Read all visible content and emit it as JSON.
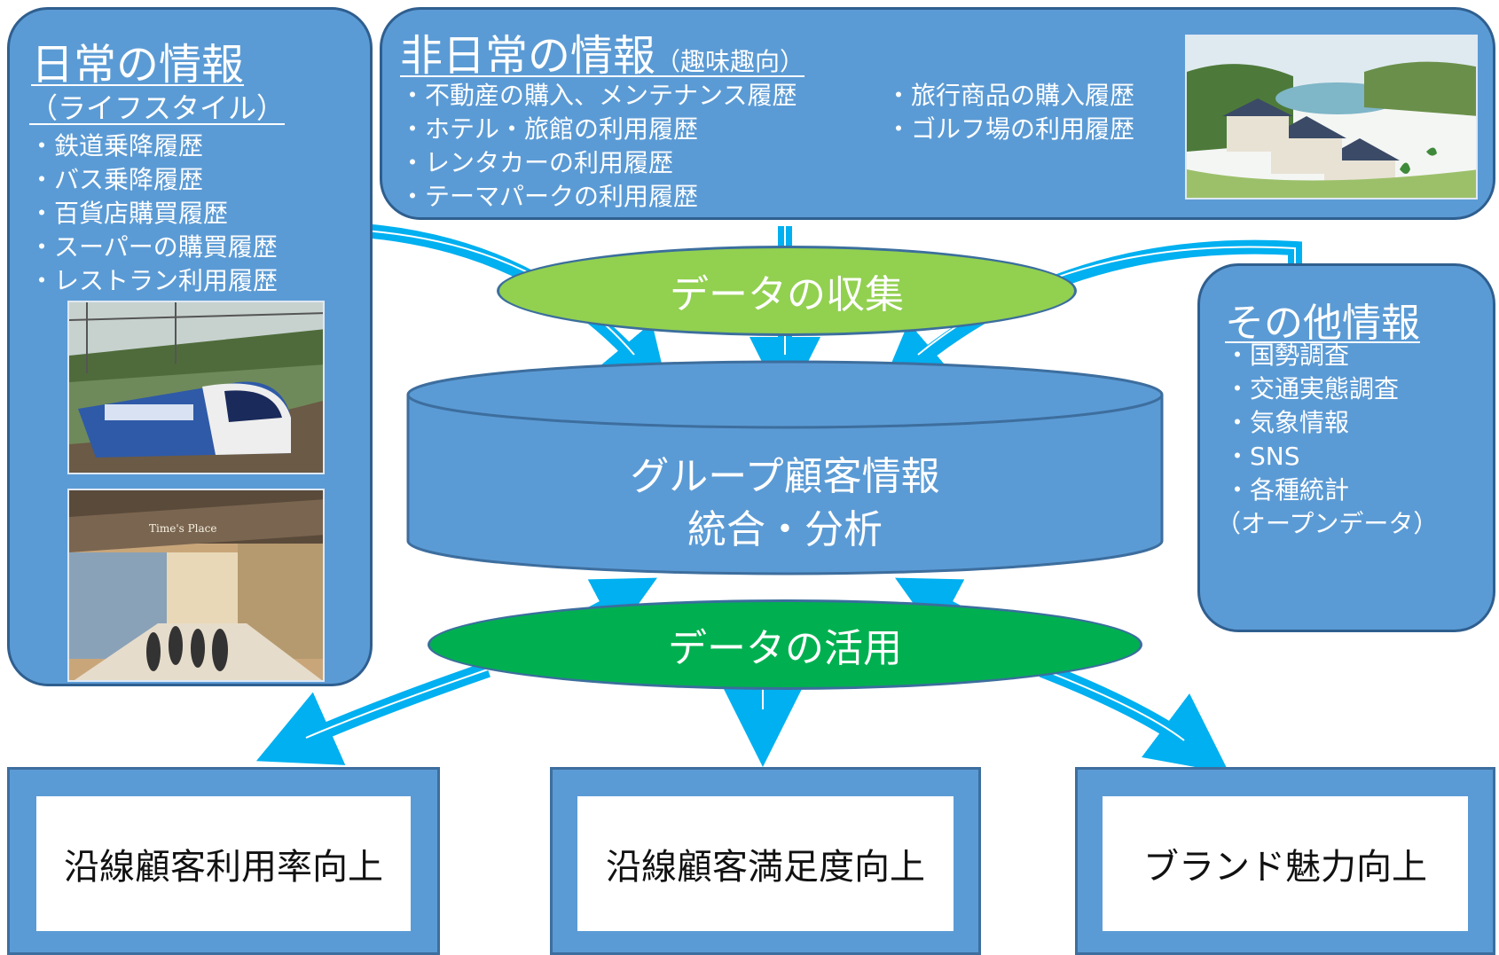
{
  "daily": {
    "title": "日常の情報",
    "subtitle": "（ライフスタイル）",
    "items": [
      "・鉄道乗降履歴",
      "・バス乗降履歴",
      "・百貨店購買履歴",
      "・スーパーの購買履歴",
      "・レストラン利用履歴"
    ]
  },
  "nondaily": {
    "title": "非日常の情報",
    "subtitle": "（趣味趣向）",
    "items_left": [
      "・不動産の購入、メンテナンス履歴",
      "・ホテル・旅館の利用履歴",
      "・レンタカーの利用履歴",
      "・テーマパークの利用履歴"
    ],
    "items_right": [
      "・旅行商品の購入履歴",
      "・ゴルフ場の利用履歴"
    ]
  },
  "other": {
    "title": "その他情報",
    "items": [
      "・国勢調査",
      "・交通実態調査",
      "・気象情報",
      "・SNS",
      "・各種統計",
      "（オープンデータ）"
    ]
  },
  "collect": {
    "label": "データの収集"
  },
  "database": {
    "line1": "グループ顧客情報",
    "line2": "統合・分析"
  },
  "use": {
    "label": "データの活用"
  },
  "outcomes": [
    "沿線顧客利用率向上",
    "沿線顧客満足度向上",
    "ブランド魅力向上"
  ],
  "photos": {
    "train": "train-photo",
    "mall": "shopping-mall-photo",
    "houses": "housing-development-photo",
    "mall_sign": "Time's Place"
  },
  "colors": {
    "panel": "#5b9bd5",
    "arrow": "#00b0f0",
    "collect_ellipse": "#92d050",
    "use_ellipse": "#00b050"
  }
}
